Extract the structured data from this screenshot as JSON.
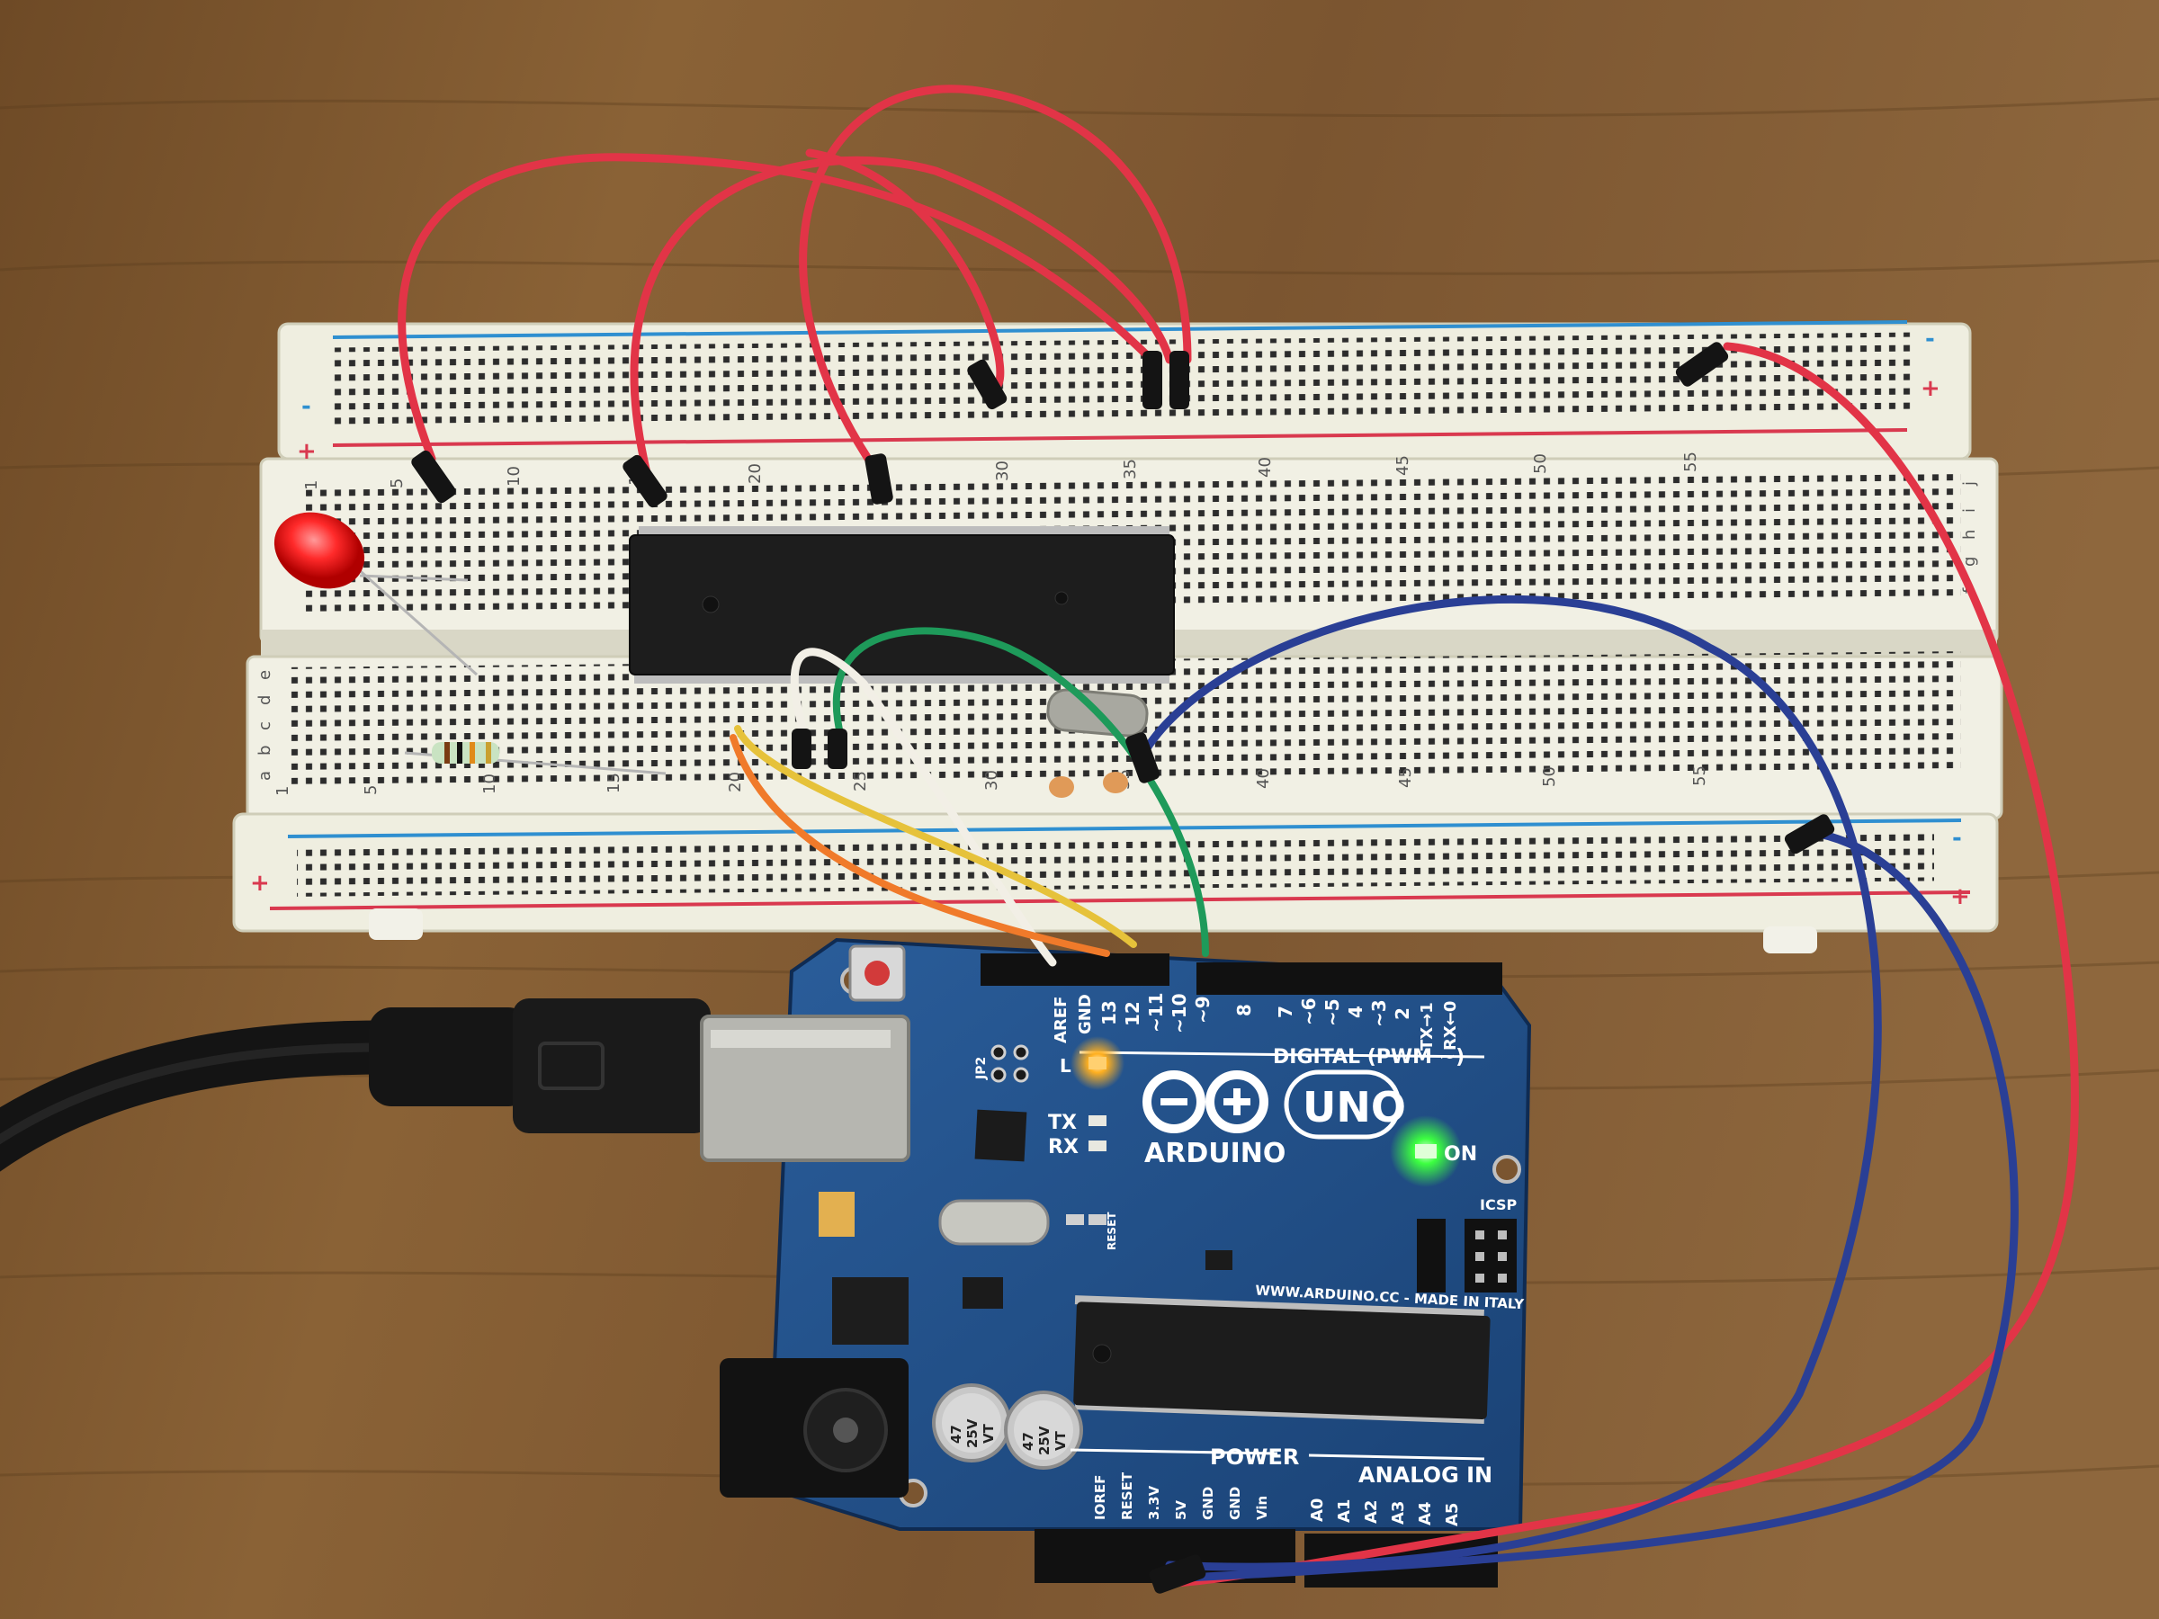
{
  "board": {
    "brand": "ARDUINO",
    "model": "UNO",
    "digital_label": "DIGITAL (PWM ~)",
    "power_label": "POWER",
    "analog_label": "ANALOG IN",
    "website": "WWW.ARDUINO.CC - MADE IN ITALY",
    "on_label": "ON",
    "tx_label": "TX",
    "rx_label": "RX",
    "icsp_label": "ICSP",
    "aref_label": "AREF",
    "gnd_label": "GND",
    "l_label": "L",
    "reset_label": "RESET",
    "jp2_label": "JP2",
    "header_pins": [
      "13",
      "12",
      "~11",
      "~10",
      "~9",
      "8",
      "7",
      "~6",
      "~5",
      "4",
      "~3",
      "2",
      "TX→1",
      "RX←0"
    ],
    "power_pins": [
      "IOREF",
      "RESET",
      "3.3V",
      "5V",
      "GND",
      "GND",
      "Vin"
    ],
    "analog_pins": [
      "A0",
      "A1",
      "A2",
      "A3",
      "A4",
      "A5"
    ],
    "capacitor_text": [
      "47",
      "25V",
      "VT"
    ],
    "colors": {
      "pcb": "#1f4f86",
      "led_on": "#3cff40",
      "led_l": "#ffb020"
    }
  },
  "breadboard": {
    "column_numbers": [
      "1",
      "5",
      "10",
      "15",
      "20",
      "25",
      "30",
      "35",
      "40",
      "45",
      "50",
      "55"
    ],
    "row_letters_top": [
      "f",
      "g",
      "h",
      "i",
      "j"
    ],
    "row_letters_bottom": [
      "a",
      "b",
      "c",
      "d",
      "e"
    ],
    "plus": "+",
    "minus": "-",
    "colors": {
      "body": "#efeee0",
      "rail_red": "#d9394f",
      "rail_blue": "#2f8fd0"
    }
  },
  "wires": {
    "colors": {
      "red": "#e23447",
      "blue": "#2a3f95",
      "green": "#1e9a5a",
      "white": "#f2efe6",
      "yellow": "#e6c23a",
      "orange": "#f07a2a",
      "usb": "#1c1c1c"
    }
  }
}
